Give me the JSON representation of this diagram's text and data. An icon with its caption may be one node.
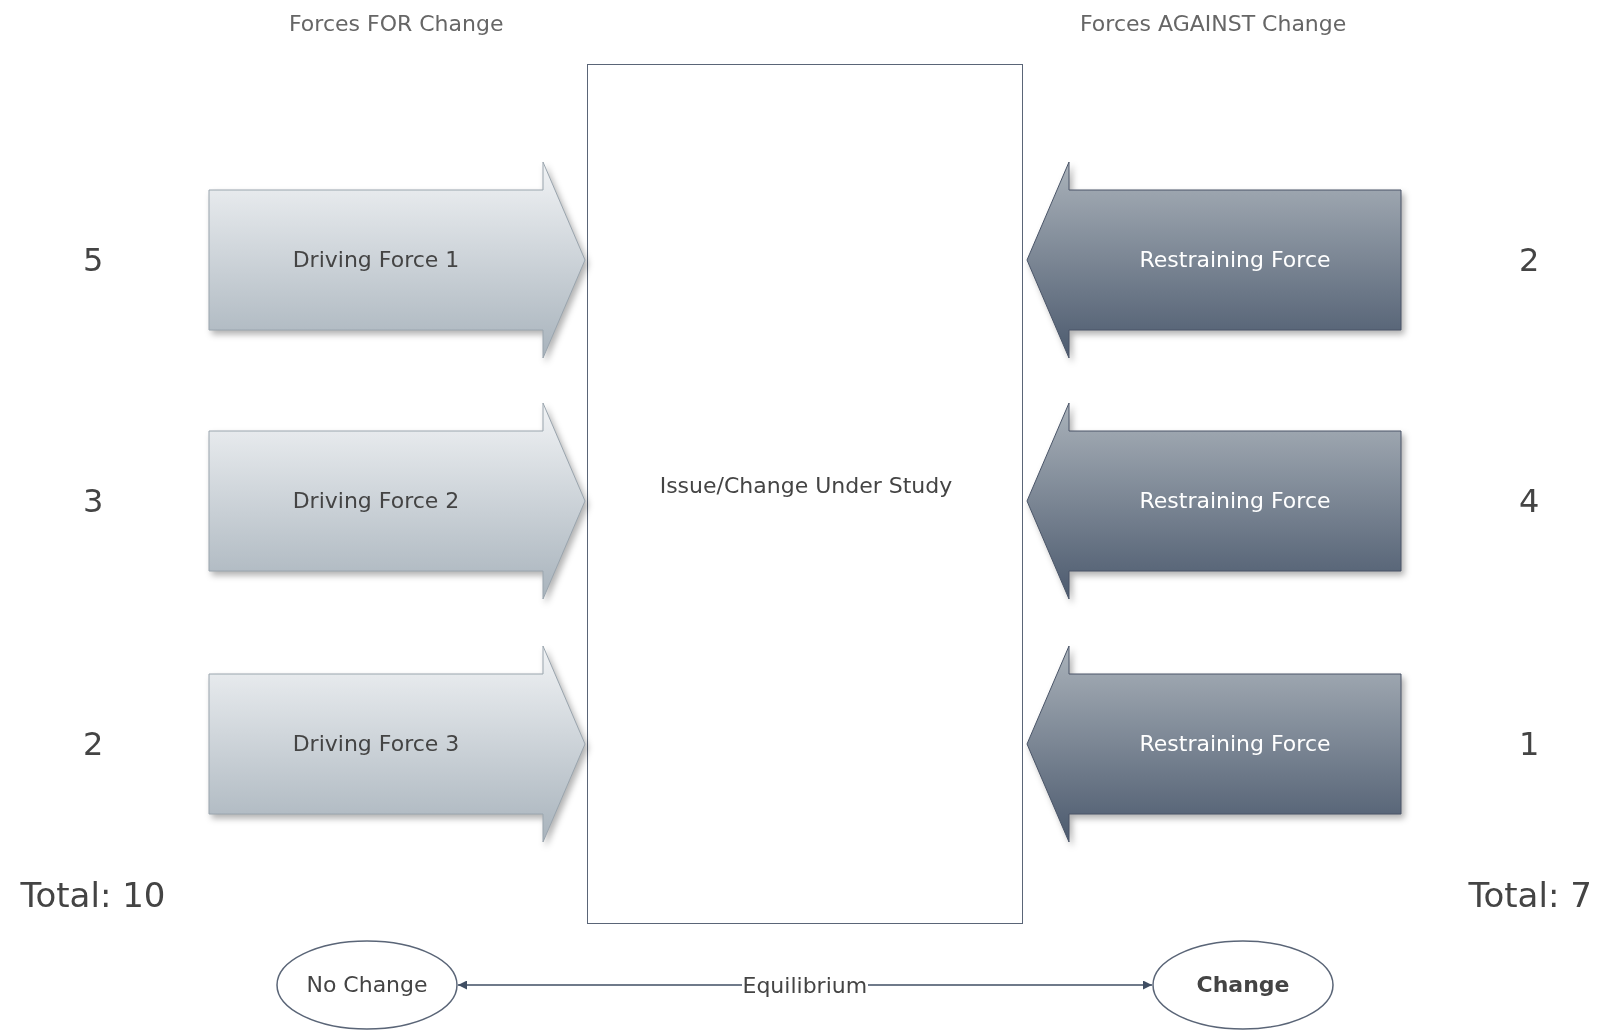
{
  "diagram": {
    "nodes": [
      {
        "text": [
          "Issue/Change Under Study"
        ]
      },
      {
        "text": [
          "Driving Force 1"
        ]
      },
      {
        "text": [
          "Driving Force 2"
        ]
      },
      {
        "text": [
          "Driving Force 3"
        ]
      },
      {
        "text": [
          "Restraining Force"
        ]
      },
      {
        "text": [
          "Restraining Force"
        ]
      },
      {
        "text": [
          "Restraining Force"
        ]
      },
      {
        "text": [
          "No Change"
        ]
      },
      {
        "text": [
          "Change"
        ]
      }
    ],
    "edges": [
      {
        "from": 7,
        "to": 8,
        "arrow": "both",
        "label": "Equilibrium"
      }
    ],
    "labels": [
      "Forces FOR Change",
      "Forces AGAINST Change",
      "5",
      "2",
      "3",
      "4",
      "2",
      "1",
      "Total: 10",
      "Total: 7"
    ]
  }
}
